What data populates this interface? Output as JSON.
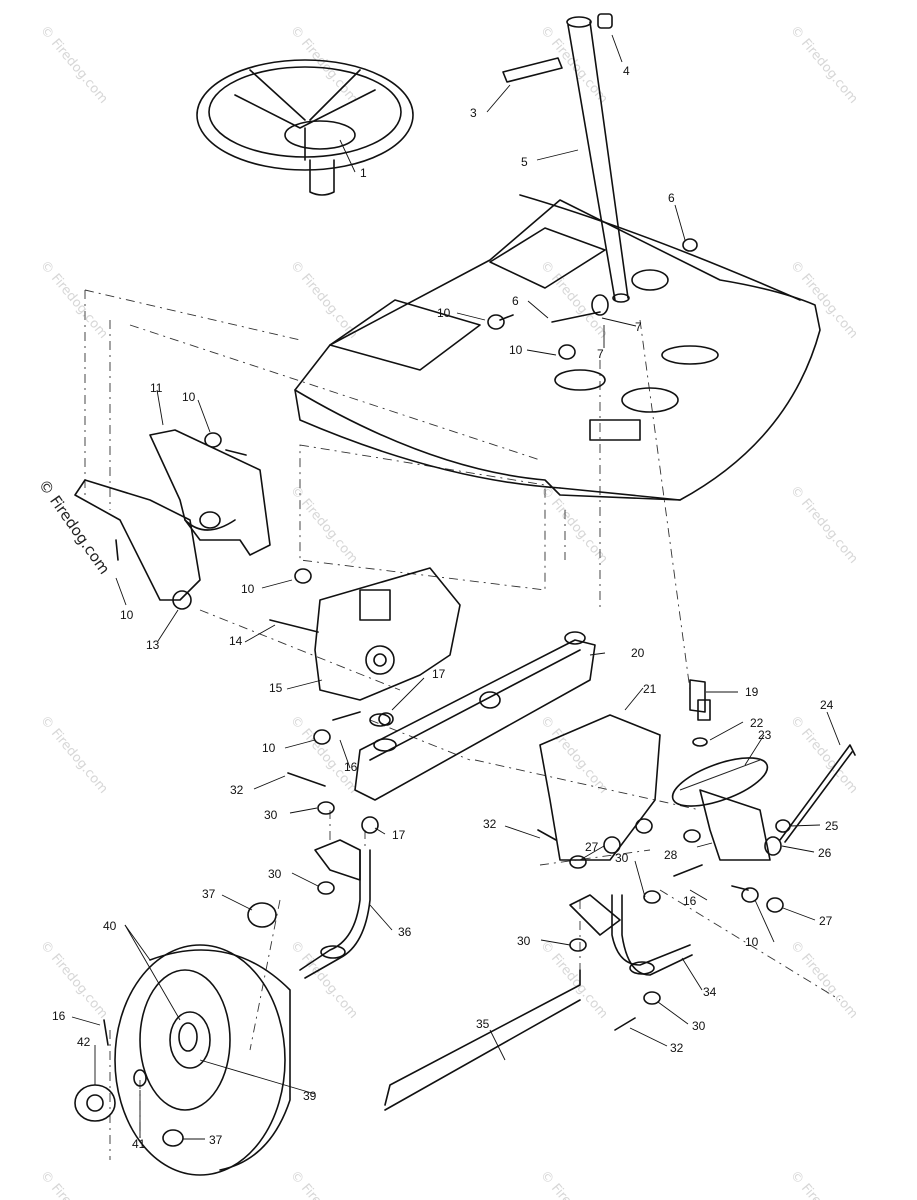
{
  "copyright": "© Firedog.com",
  "watermark": "© Firedog.com",
  "callouts": [
    "1",
    "3",
    "4",
    "5",
    "6",
    "6",
    "7",
    "7",
    "10",
    "10",
    "10",
    "10",
    "10",
    "10",
    "10",
    "11",
    "13",
    "14",
    "15",
    "16",
    "16",
    "16",
    "17",
    "17",
    "19",
    "20",
    "21",
    "22",
    "23",
    "24",
    "25",
    "26",
    "27",
    "27",
    "28",
    "30",
    "30",
    "30",
    "30",
    "30",
    "32",
    "32",
    "32",
    "34",
    "35",
    "36",
    "37",
    "37",
    "39",
    "40",
    "41",
    "42"
  ]
}
